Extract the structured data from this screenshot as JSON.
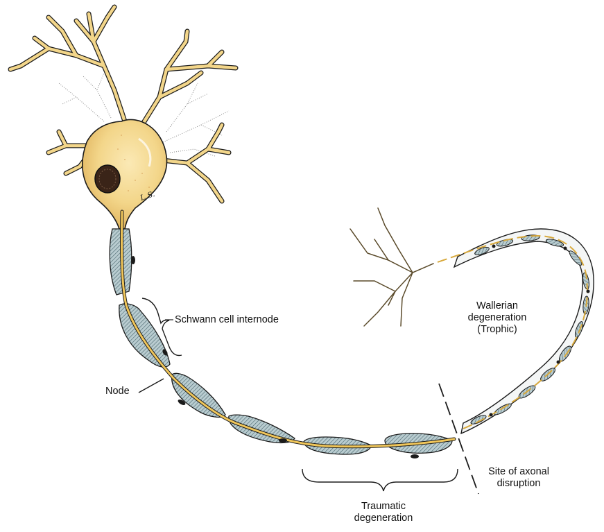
{
  "labels": {
    "schwann": "Schwann cell internode",
    "node": "Node",
    "wallerian_1": "Wallerian",
    "wallerian_2": "degeneration",
    "wallerian_3": "(Trophic)",
    "site_1": "Site of axonal",
    "site_2": "disruption",
    "traumatic_1": "Traumatic",
    "traumatic_2": "degeneration",
    "artist_initials": "L.S."
  },
  "colors": {
    "neuron_fill": "#f3d68a",
    "neuron_shade": "#e2b762",
    "axon": "#f0c65a",
    "myelin_fill": "#b9ccd0",
    "myelin_hatch": "#46646b",
    "outline": "#1b1b1b"
  }
}
